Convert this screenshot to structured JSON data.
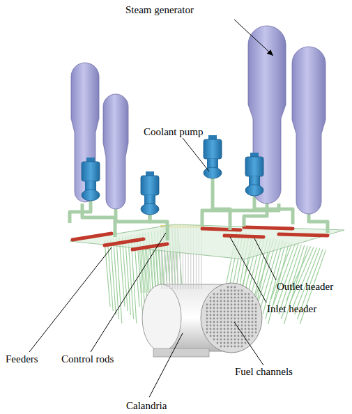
{
  "diagram": {
    "labels": [
      "Steam generator",
      "Coolant pump",
      "Outlet header",
      "Inlet header",
      "Feeders",
      "Control rods",
      "Calandria",
      "Fuel channels"
    ]
  }
}
